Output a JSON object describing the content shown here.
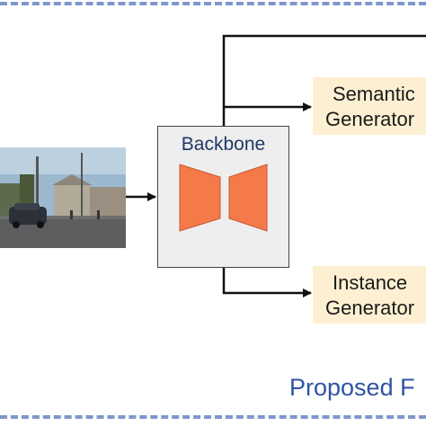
{
  "backbone": {
    "title": "Backbone"
  },
  "semantic_generator": {
    "line1": "Semantic",
    "line2": "Generator"
  },
  "instance_generator": {
    "line1": "Instance",
    "line2": "Generator"
  },
  "caption": "Proposed F",
  "colors": {
    "frame_dash": "#7e97cc",
    "backbone_fill": "#eeeeee",
    "trapezoid": "#f47a4a",
    "generator_fill": "#fdf0d2",
    "caption_text": "#2f54a3",
    "backbone_text": "#1f3864"
  },
  "scene_image": {
    "icon": "street-scene-photo"
  }
}
